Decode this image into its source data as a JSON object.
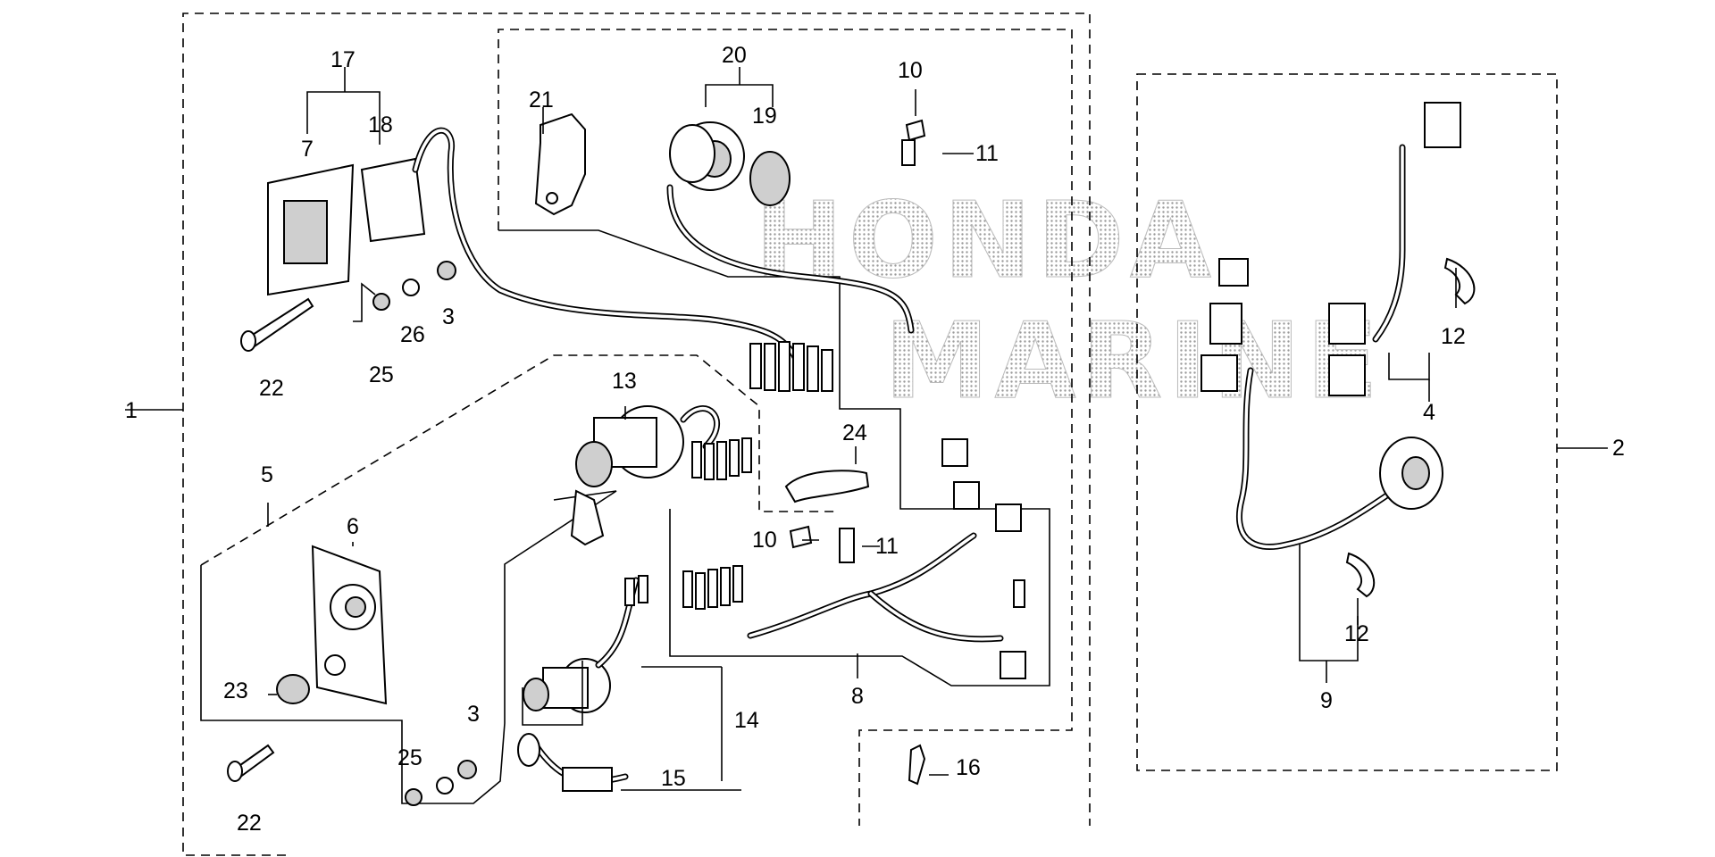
{
  "watermark": {
    "line1": "HONDA",
    "line2": "MARINE"
  },
  "labels": {
    "l1": "1",
    "l2": "2",
    "l3a": "3",
    "l3b": "3",
    "l4": "4",
    "l5": "5",
    "l6": "6",
    "l7": "7",
    "l8": "8",
    "l9": "9",
    "l10a": "10",
    "l10b": "10",
    "l11a": "11",
    "l11b": "11",
    "l12a": "12",
    "l12b": "12",
    "l13": "13",
    "l14": "14",
    "l15": "15",
    "l16": "16",
    "l17": "17",
    "l18": "18",
    "l19": "19",
    "l20": "20",
    "l21": "21",
    "l22a": "22",
    "l22b": "22",
    "l23": "23",
    "l24": "24",
    "l25a": "25",
    "l25b": "25",
    "l26": "26"
  }
}
